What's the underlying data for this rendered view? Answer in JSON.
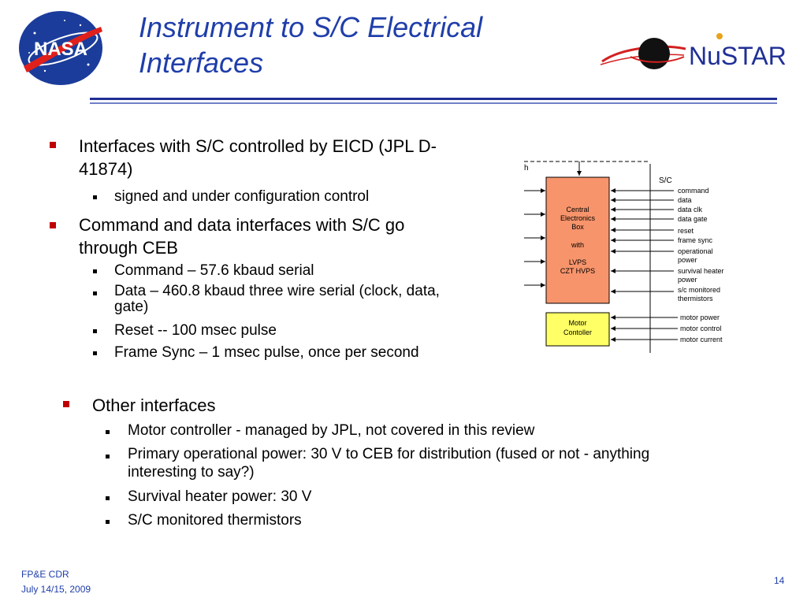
{
  "slide": {
    "title_line1": "Instrument to S/C Electrical",
    "title_line2": "Interfaces",
    "logos": {
      "left": "NASA",
      "right": "NuSTAR"
    }
  },
  "bullets": {
    "b1": "Interfaces with S/C controlled by EICD (JPL D-",
    "b1_cont": "41874)",
    "b1_1": "signed and under configuration control",
    "b2": "Command and data interfaces with S/C go",
    "b2_cont": "through CEB",
    "b2_1": "Command – 57.6 kbaud serial",
    "b2_2": "Data – 460.8 kbaud three wire serial (clock, data,",
    "b2_2_cont": "gate)",
    "b2_3": "Reset -- 100 msec pulse",
    "b2_4": "Frame Sync – 1 msec pulse, once per second",
    "b3": "Other interfaces",
    "b3_1": "Motor controller - managed by JPL, not covered in this review",
    "b3_2": "Primary operational power: 30 V to CEB for distribution (fused or not - anything",
    "b3_2_cont": "interesting to say?)",
    "b3_3": "Survival heater power: 30 V",
    "b3_4": "S/C monitored thermistors"
  },
  "diagram": {
    "h_label": "h",
    "sc_label": "S/C",
    "ceb_lines": [
      "Central",
      "Electronics",
      "Box",
      "with",
      "LVPS",
      "CZT HVPS"
    ],
    "motor_lines": [
      "Motor",
      "Contoller"
    ],
    "signals": [
      "command",
      "data",
      "data clk",
      "data gate",
      "reset",
      "frame sync",
      "operational",
      "power",
      "survival heater",
      "power",
      "s/c monitored",
      "thermistors"
    ],
    "motor_signals": [
      "motor power",
      "motor control",
      "motor current"
    ],
    "colors": {
      "ceb": "#f7946b",
      "motor": "#ffff66"
    }
  },
  "footer": {
    "line1": "FP&E CDR",
    "line2": "July 14/15, 2009",
    "page": "14"
  }
}
